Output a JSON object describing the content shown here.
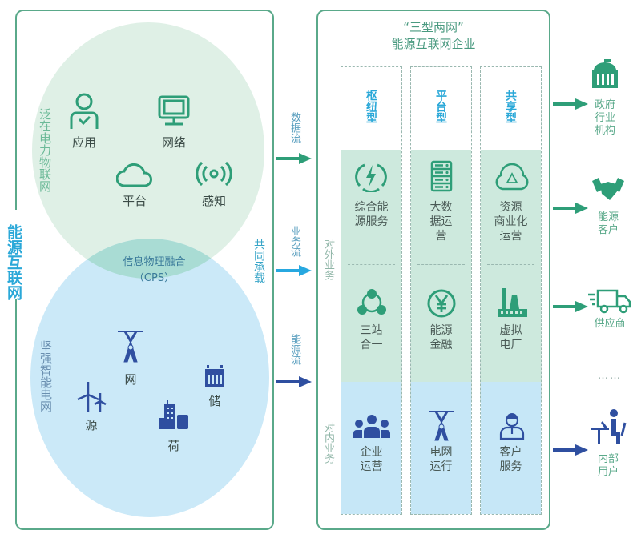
{
  "diagram": {
    "main_title": "能源互联网",
    "left_panel": {
      "top_circle": {
        "label": "泛在电力物联网",
        "items": [
          {
            "icon": "user-check-icon",
            "label": "应用"
          },
          {
            "icon": "monitor-icon",
            "label": "网络"
          },
          {
            "icon": "cloud-icon",
            "label": "平台"
          },
          {
            "icon": "signal-icon",
            "label": "感知"
          }
        ]
      },
      "overlap": {
        "line1": "信息物理融合",
        "line2": "（CPS）"
      },
      "bottom_circle": {
        "label": "坚强智能电网",
        "items": [
          {
            "icon": "wind-turbine-icon",
            "label": "源"
          },
          {
            "icon": "power-tower-icon",
            "label": "网"
          },
          {
            "icon": "factory-buildings-icon",
            "label": "荷"
          },
          {
            "icon": "battery-storage-icon",
            "label": "储"
          }
        ]
      }
    },
    "shared_carry": "共同承载",
    "flows": [
      {
        "label": "数据流",
        "color": "#2e9e78"
      },
      {
        "label": "业务流",
        "color": "#27a8e0"
      },
      {
        "label": "能源流",
        "color": "#2f4fa0"
      }
    ],
    "right_panel": {
      "title_line1": "“三型两网”",
      "title_line2": "能源互联网企业",
      "external_business": "对外业务",
      "internal_business": "对内业务",
      "columns": [
        {
          "head": "枢纽型",
          "ext1": {
            "icon": "lightning-icon",
            "label": "综合能源服务"
          },
          "ext2": {
            "icon": "three-stations-icon",
            "label": "三站合一"
          },
          "int": {
            "icon": "team-icon",
            "label": "企业运营"
          }
        },
        {
          "head": "平台型",
          "ext1": {
            "icon": "server-icon",
            "label": "大数据运营"
          },
          "ext2": {
            "icon": "yuan-icon",
            "label": "能源金融"
          },
          "int": {
            "icon": "power-tower-icon",
            "label": "电网运行"
          }
        },
        {
          "head": "共享型",
          "ext1": {
            "icon": "recycle-cloud-icon",
            "label": "资源商业化运营"
          },
          "ext2": {
            "icon": "power-plant-icon",
            "label": "虚拟电厂"
          },
          "int": {
            "icon": "customer-service-icon",
            "label": "客户服务"
          }
        }
      ]
    },
    "actors": [
      {
        "icon": "government-building-icon",
        "label": "政府行业机构",
        "arrow_color": "#2e9e78"
      },
      {
        "icon": "handshake-icon",
        "label": "能源客户",
        "arrow_color": "#2e9e78"
      },
      {
        "icon": "delivery-truck-icon",
        "label": "供应商",
        "arrow_color": "#2e9e78"
      },
      {
        "icon": "ellipsis-icon",
        "label": "……"
      },
      {
        "icon": "office-worker-icon",
        "label": "内部用户",
        "arrow_color": "#2f4fa0"
      }
    ],
    "colors": {
      "frame": "#5aa98a",
      "green_fill": "#cde9dd",
      "blue_fill": "#c6e7f7",
      "title_blue": "#2aa8d8",
      "icon_green": "#2e9e78",
      "icon_navy": "#2f4fa0"
    }
  }
}
